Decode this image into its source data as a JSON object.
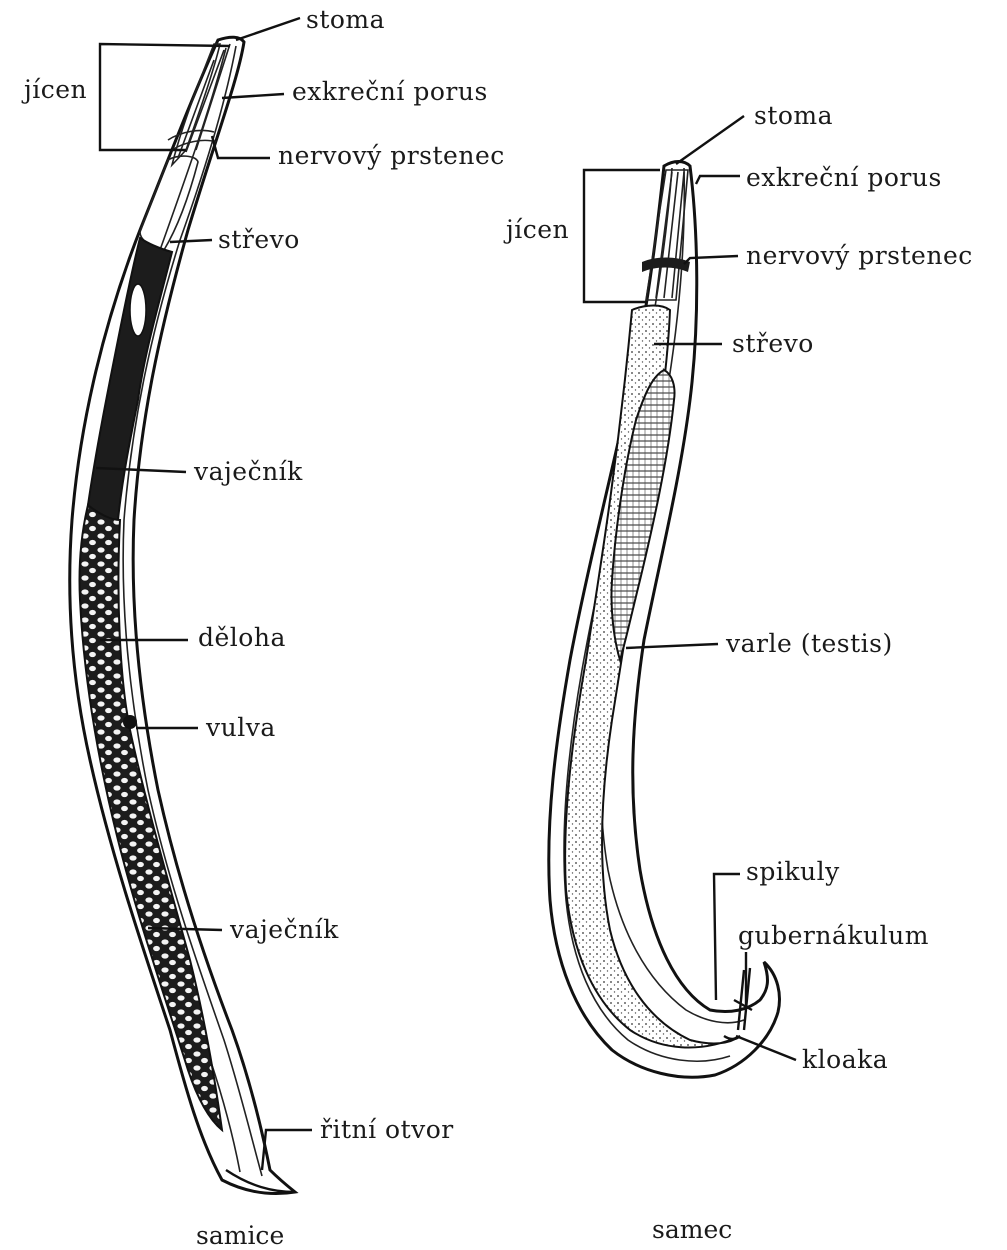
{
  "female": {
    "caption": "samice",
    "labels": {
      "stoma": "stoma",
      "jicen": "jícen",
      "exkrecni_porus": "exkreční porus",
      "nervovy_prstenec": "nervový prstenec",
      "strevo": "střevo",
      "vajecnik_upper": "vaječník",
      "deloha": "děloha",
      "vulva": "vulva",
      "vajecnik_lower": "vaječník",
      "ritni_otvor": "řitní otvor"
    }
  },
  "male": {
    "caption": "samec",
    "labels": {
      "stoma": "stoma",
      "jicen": "jícen",
      "exkrecni_porus": "exkreční porus",
      "nervovy_prstenec": "nervový prstenec",
      "strevo": "střevo",
      "varle": "varle (testis)",
      "spikuly": "spikuly",
      "gubernakulum": "gubernákulum",
      "kloaka": "kloaka"
    }
  },
  "colors": {
    "ink": "#111111",
    "background": "#ffffff",
    "organ_fill": "#1c1c1c",
    "egg_fill": "#f4f4f4"
  }
}
